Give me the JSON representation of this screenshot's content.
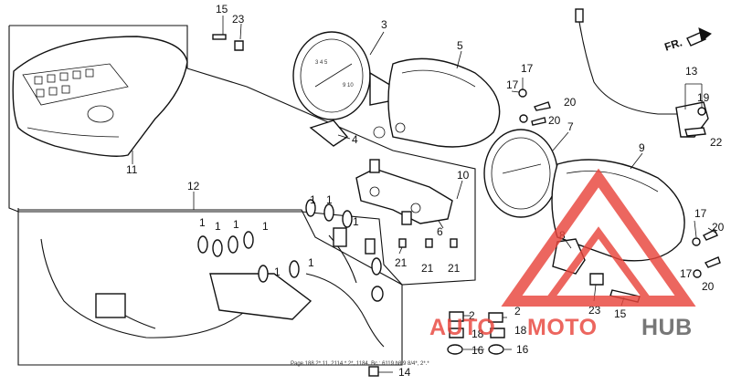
{
  "direction": {
    "label": "FR."
  },
  "callouts": {
    "c1": "1",
    "c2": "2",
    "c3": "3",
    "c4": "4",
    "c5": "5",
    "c6": "6",
    "c7": "7",
    "c8": "8",
    "c9": "9",
    "c10": "10",
    "c11": "11",
    "c12": "12",
    "c13": "13",
    "c14": "14",
    "c15": "15",
    "c16": "16",
    "c17": "17",
    "c18": "18",
    "c19": "19",
    "c20": "20",
    "c21": "21",
    "c22": "22",
    "c23": "23"
  },
  "footnote": "Page 188 2*.11, 2114 * 2*, 1184, Bc.: 6119 b8 9 8/4*, 2*.*",
  "watermark": {
    "part1": "AUTO",
    "part2": "MOTO",
    "part3": "HUB",
    "color_red": "#e8453c",
    "color_gray": "#5a5a5a"
  }
}
